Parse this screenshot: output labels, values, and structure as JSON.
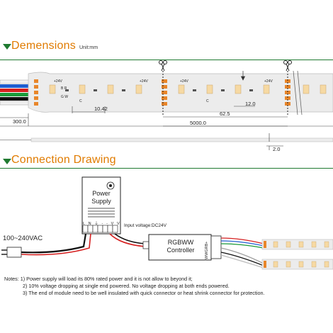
{
  "sections": {
    "dimensions": {
      "title": "Demensions",
      "unit": "Unit:mm"
    },
    "connection": {
      "title": "Connection Drawing"
    }
  },
  "strip_top": {
    "pads": [
      "+24V",
      "B",
      "R",
      "G",
      "W",
      "C"
    ],
    "segment_pad_labels": [
      "+24V",
      "B R",
      "G W",
      "C"
    ],
    "dims": {
      "lead": "300.0",
      "pitch_led": "10.42",
      "cut_unit": "62.5",
      "length": "5000.0",
      "width": "12.0",
      "thickness": "2.0"
    }
  },
  "power_supply": {
    "label_line1": "Power",
    "label_line2": "Supply",
    "terminals": "L N ⏚ - - V V"
  },
  "input_voltage": "Input voltage:DC24V",
  "mains": "100~240VAC",
  "controller": {
    "label_line1": "RGBWW",
    "label_line2": "Controller",
    "ports": "WWGRB+"
  },
  "notes": [
    "Notes: 1) Power supply will load its 80% rated power and it is not allow to beyond it;",
    "2) 10% voltage dropping at single end powered. No voltage dropping at both ends powered.",
    "3) The end of module need to be well insulated with quick connector or heat shrink connector for protection."
  ],
  "colors": {
    "accent_green": "#1f7a30",
    "title_orange": "#e07b00",
    "copper": "#e8862a",
    "led_warm": "#f6d9a3",
    "strip_grey": "#e9e9e9",
    "wire_white": "#f2f2f2",
    "wire_blue": "#1f5fd1",
    "wire_green": "#1a9a3a",
    "wire_red": "#d62020",
    "wire_black": "#111111"
  }
}
